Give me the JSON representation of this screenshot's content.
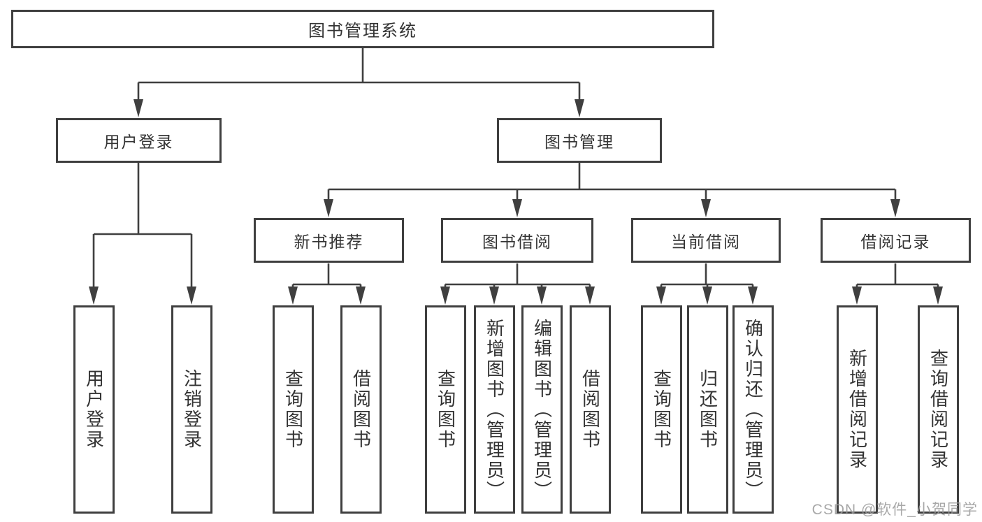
{
  "diagram": {
    "type": "tree",
    "root": {
      "label": "图书管理系统"
    },
    "level2": [
      {
        "id": "user-login",
        "label": "用户登录"
      },
      {
        "id": "book-management",
        "label": "图书管理"
      }
    ],
    "level3": [
      {
        "id": "new-book-recommend",
        "label": "新书推荐",
        "parent": "book-management"
      },
      {
        "id": "book-borrow",
        "label": "图书借阅",
        "parent": "book-management"
      },
      {
        "id": "current-borrow",
        "label": "当前借阅",
        "parent": "book-management"
      },
      {
        "id": "borrow-records",
        "label": "借阅记录",
        "parent": "book-management"
      }
    ],
    "leaves": {
      "user_login": [
        {
          "label": "用户登录"
        },
        {
          "label": "注销登录"
        }
      ],
      "new_book_recommend": [
        {
          "label": "查询图书"
        },
        {
          "label": "借阅图书"
        }
      ],
      "book_borrow": [
        {
          "label": "查询图书"
        },
        {
          "label": "新增图书（管理员）"
        },
        {
          "label": "编辑图书（管理员）"
        },
        {
          "label": "借阅图书"
        }
      ],
      "current_borrow": [
        {
          "label": "查询图书"
        },
        {
          "label": "归还图书"
        },
        {
          "label": "确认归还（管理员）"
        }
      ],
      "borrow_records": [
        {
          "label": "新增借阅记录"
        },
        {
          "label": "查询借阅记录"
        }
      ]
    }
  },
  "watermark": {
    "text": "CSDN @软件_小贺同学"
  },
  "colors": {
    "line": "#3f3f3f",
    "box_border": "#3f3f3f",
    "box_fill": "#ffffff",
    "text": "#333333",
    "watermark": "#999999",
    "background": "#ffffff"
  }
}
